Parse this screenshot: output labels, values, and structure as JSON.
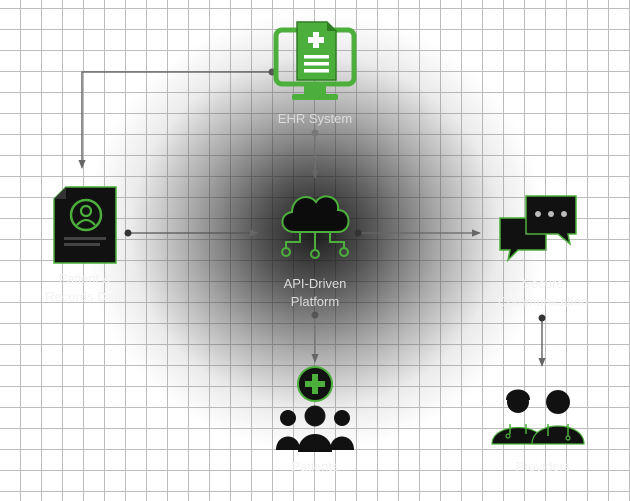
{
  "diagram": {
    "nodes": {
      "ehr": {
        "label": "EHR System"
      },
      "center": {
        "label_line1": "API-Driven",
        "label_line2": "Platform"
      },
      "records": {
        "label_line1": "Patient &",
        "label_line2": "Records Data"
      },
      "comms": {
        "label_line1": "Secure",
        "label_line2": "Communication"
      },
      "patients": {
        "label": "Patients"
      },
      "providers": {
        "label": "Providers"
      }
    },
    "colors": {
      "accent": "#4caf3c",
      "accent_dark": "#2f7d22",
      "icon_fill": "#111111",
      "wire": "#555555"
    }
  }
}
